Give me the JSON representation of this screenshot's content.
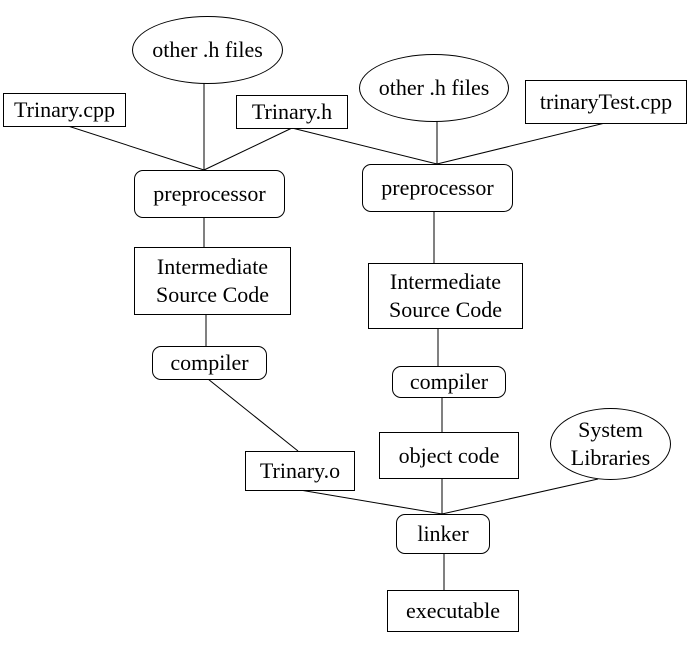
{
  "diagram": {
    "files": {
      "trinary_cpp": "Trinary.cpp",
      "trinary_h": "Trinary.h",
      "other_h_left": "other .h files",
      "other_h_right": "other .h files",
      "trinary_test_cpp": "trinaryTest.cpp"
    },
    "left_branch": {
      "preprocessor": "preprocessor",
      "intermediate_line1": "Intermediate",
      "intermediate_line2": "Source Code",
      "compiler": "compiler",
      "object_file": "Trinary.o"
    },
    "right_branch": {
      "preprocessor": "preprocessor",
      "intermediate_line1": "Intermediate",
      "intermediate_line2": "Source Code",
      "compiler": "compiler",
      "object_code": "object code"
    },
    "system_libraries_line1": "System",
    "system_libraries_line2": "Libraries",
    "linker": "linker",
    "executable": "executable"
  }
}
